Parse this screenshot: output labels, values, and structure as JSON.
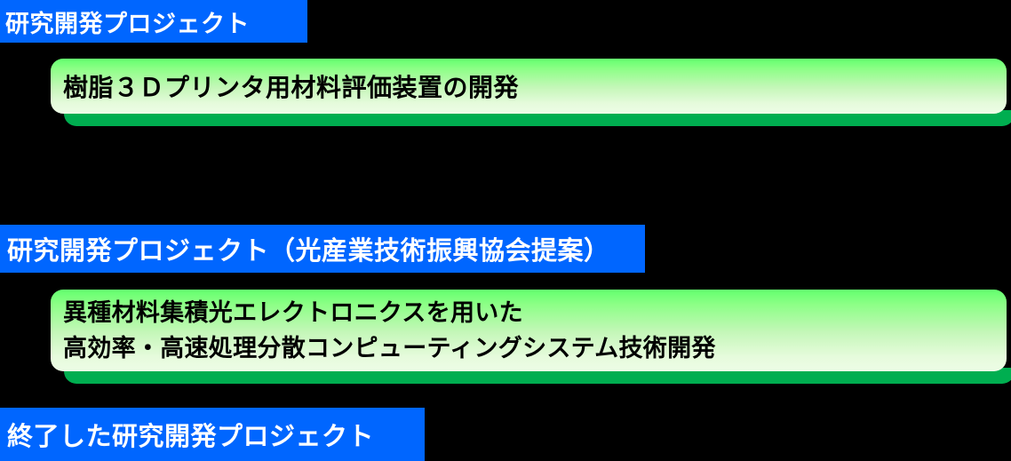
{
  "colors": {
    "background": "#000000",
    "header_blue": "#0066ff",
    "header_text": "#ffffff",
    "card_gradient_top": "#63ff6e",
    "card_gradient_bottom": "#edfce6",
    "card_shadow_bar": "#00ae50",
    "card_text": "#000000"
  },
  "sections": [
    {
      "header": "研究開発プロジェクト",
      "items": [
        {
          "lines": [
            "樹脂３Ｄプリンタ用材料評価装置の開発"
          ]
        }
      ]
    },
    {
      "header": "研究開発プロジェクト（光産業技術振興協会提案）",
      "items": [
        {
          "lines": [
            "異種材料集積光エレクトロニクスを用いた",
            "高効率・高速処理分散コンピューティングシステム技術開発"
          ]
        }
      ]
    },
    {
      "header": "終了した研究開発プロジェクト",
      "items": []
    }
  ]
}
